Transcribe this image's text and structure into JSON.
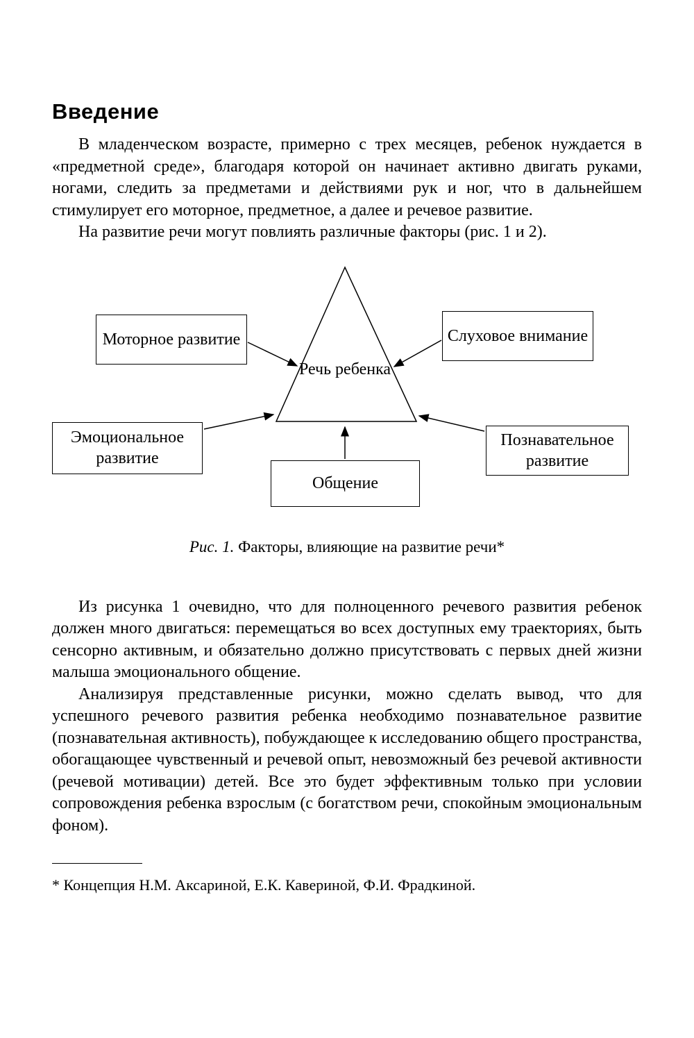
{
  "page": {
    "title": "Введение",
    "paragraphs": {
      "p1": "В младенческом возрасте, примерно с трех месяцев, ребенок нуждается в «предметной среде», благодаря которой он начинает активно двигать руками, ногами, следить за предметами и действиями рук и ног, что в дальнейшем стимулирует его моторное, предметное, а далее и речевое развитие.",
      "p2": "На развитие речи могут повлиять различные факторы (рис. 1 и 2).",
      "p3": "Из рисунка 1 очевидно, что для полноценного речевого развития ребенок должен много двигаться: перемещаться во всех доступных ему траекториях, быть сенсорно активным, и обязательно должно присутствовать с первых дней жизни малыша эмоционального общение.",
      "p4": "Анализируя представленные рисунки, можно сделать вывод, что для успешного речевого развития ребенка необходимо познавательное развитие (познавательная активность), побуждающее к исследованию общего пространства, обогащающее чувственный и речевой опыт, невозможный без речевой активности (речевой мотивации) детей. Все это будет эффективным только при условии сопровождения ребенка взрослым (с богатством речи, спокойным эмоциональным фоном)."
    },
    "figure": {
      "center": "Речь ребенка",
      "boxes": {
        "motor": "Моторное развитие",
        "auditory": "Слуховое внимание",
        "emotional": "Эмоциональное развитие",
        "cognitive": "Познавательное развитие",
        "communication": "Общение"
      },
      "caption_label": "Рис. 1.",
      "caption_text": "Факторы, влияющие на развитие речи*"
    },
    "footnote": "* Концепция Н.М. Аксариной, Е.К. Кавериной, Ф.И. Фрадкиной."
  }
}
